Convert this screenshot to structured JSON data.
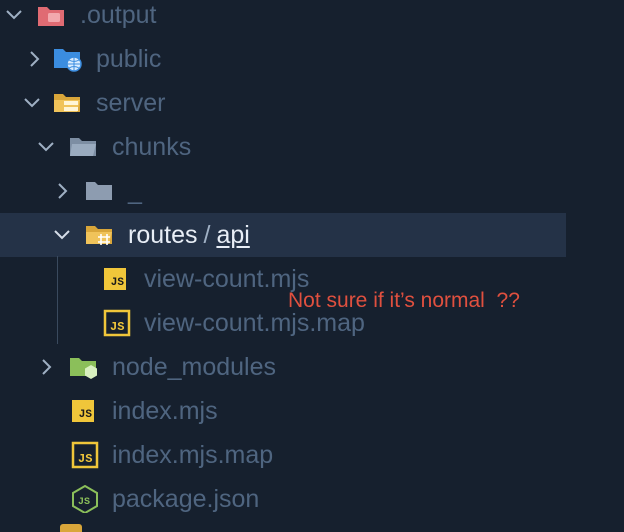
{
  "tree": [
    {
      "label": ".output",
      "icon": "folder-output-icon",
      "expanded": true
    },
    {
      "label": "public",
      "icon": "folder-public-icon",
      "expanded": false
    },
    {
      "label": "server",
      "icon": "folder-server-icon",
      "expanded": true
    },
    {
      "label": "chunks",
      "icon": "folder-open-icon",
      "expanded": true
    },
    {
      "label": "_",
      "icon": "folder-icon",
      "expanded": false
    },
    {
      "label_part1": "routes",
      "separator": "/",
      "label_part2": "api",
      "icon": "folder-routes-icon",
      "expanded": true,
      "selected": true
    },
    {
      "label": "view-count.mjs",
      "icon": "js-file-icon"
    },
    {
      "label": "view-count.mjs.map",
      "icon": "js-map-file-icon"
    },
    {
      "label": "node_modules",
      "icon": "folder-node-icon",
      "expanded": false
    },
    {
      "label": "index.mjs",
      "icon": "js-file-icon"
    },
    {
      "label": "index.mjs.map",
      "icon": "js-map-file-icon"
    },
    {
      "label": "package.json",
      "icon": "nodejs-file-icon"
    }
  ],
  "annotation": "Not sure if it’s normal  ??",
  "colors": {
    "background": "#16202e",
    "selected": "#243247",
    "label": "#4f6580",
    "annotation": "#e0503f"
  }
}
